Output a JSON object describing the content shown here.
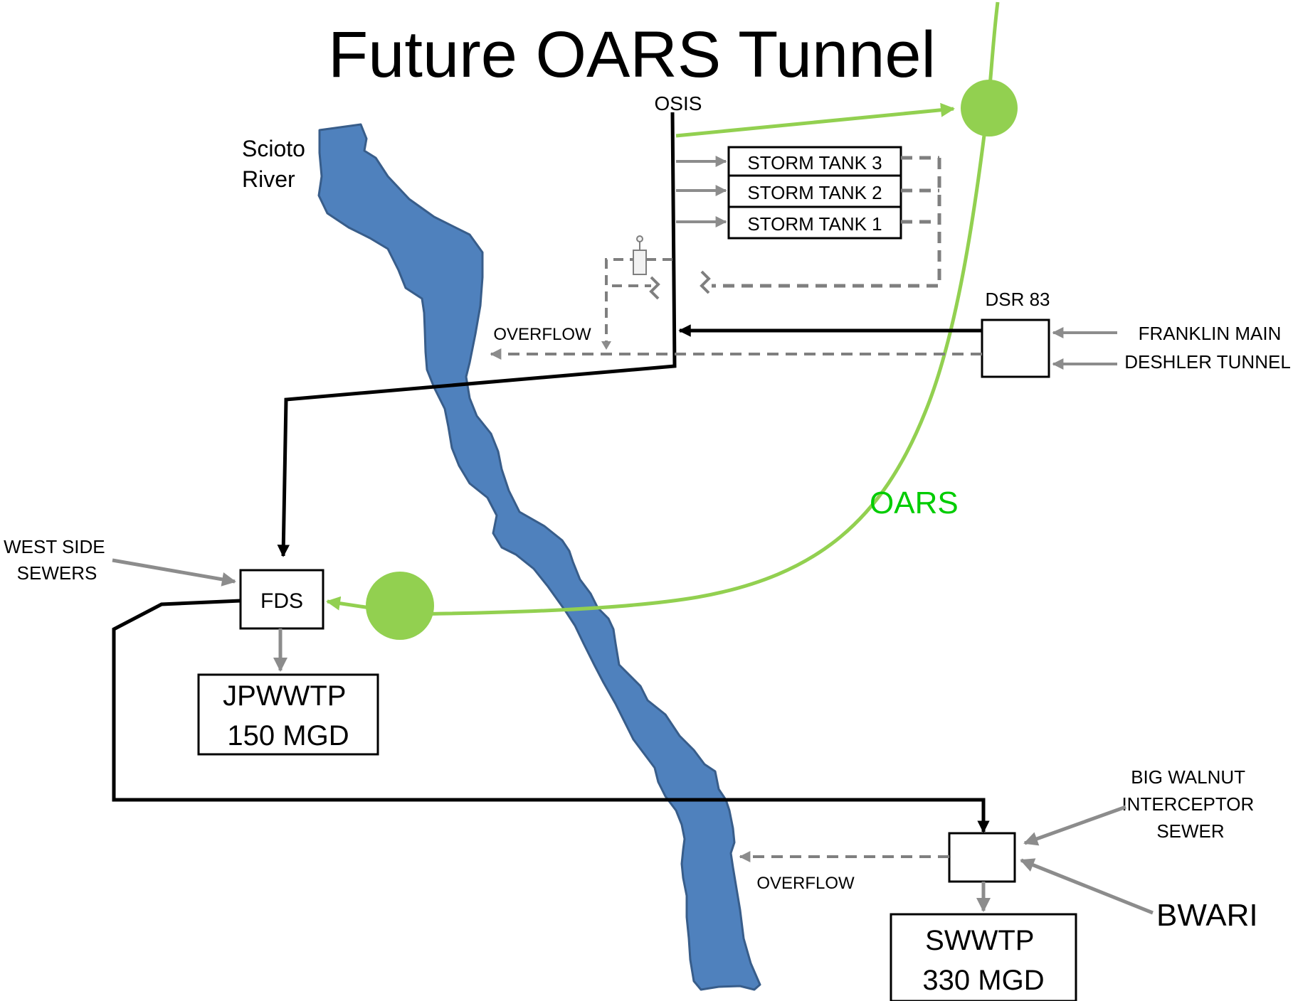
{
  "title": "Future OARS Tunnel",
  "colors": {
    "river": "#4f81bd",
    "river_edge": "#385d8a",
    "oars_green": "#92d050",
    "oars_text": "#00cc00",
    "flow_black": "#000000",
    "flow_gray": "#8c8c8c",
    "dashed_gray": "#7f7f7f"
  },
  "labels": {
    "river": "Scioto River",
    "river_line1": "Scioto",
    "river_line2": "River",
    "osis": "OSIS",
    "storm_tank_3": "STORM TANK 3",
    "storm_tank_2": "STORM TANK 2",
    "storm_tank_1": "STORM TANK 1",
    "dsr83": "DSR 83",
    "franklin_main": "FRANKLIN MAIN",
    "deshler_tunnel": "DESHLER TUNNEL",
    "overflow_top": "OVERFLOW",
    "oars": "OARS",
    "west_side_line1": "WEST SIDE",
    "west_side_line2": "SEWERS",
    "fds": "FDS",
    "jpwwtp_line1": "JPWWTP",
    "jpwwtp_line2": "150 MGD",
    "big_walnut_line1": "BIG WALNUT",
    "big_walnut_line2": "INTERCEPTOR",
    "big_walnut_line3": "SEWER",
    "overflow_bottom": "OVERFLOW",
    "bwari": "BWARI",
    "swwtp_line1": "SWWTP",
    "swwtp_line2": "330 MGD"
  }
}
